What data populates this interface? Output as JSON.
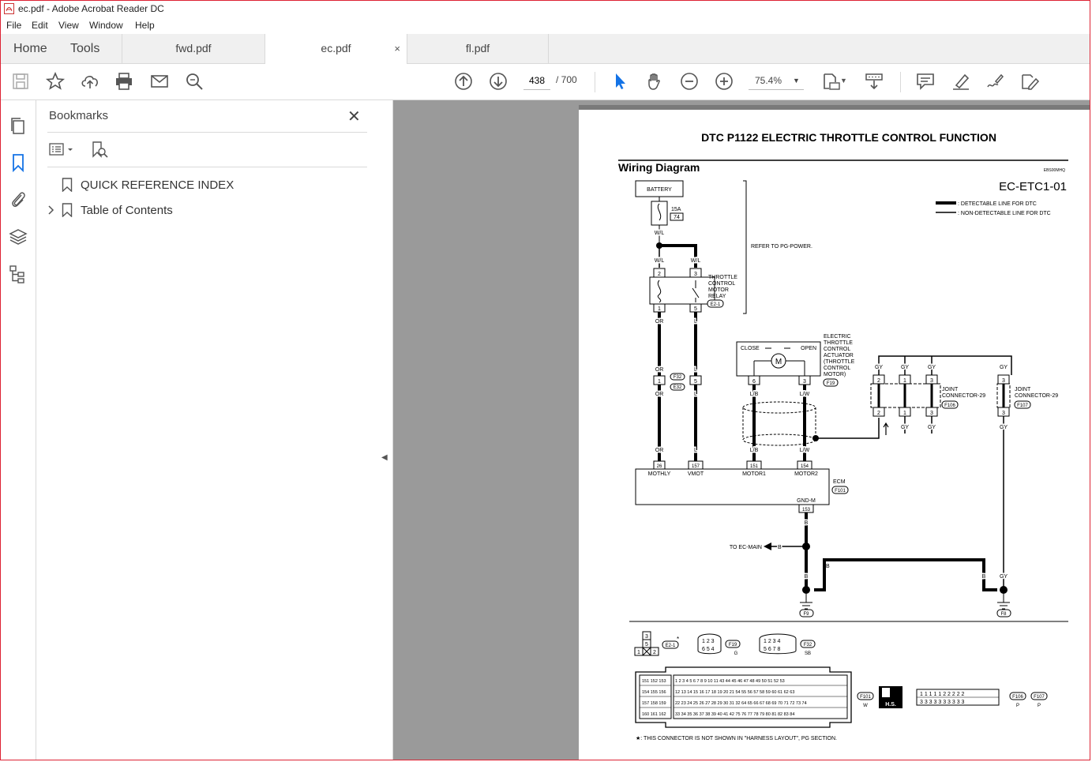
{
  "window": {
    "title": "ec.pdf - Adobe Acrobat Reader DC"
  },
  "menu": [
    "File",
    "Edit",
    "View",
    "Window",
    "Help"
  ],
  "nav": {
    "home": "Home",
    "tools": "Tools"
  },
  "tabs": [
    {
      "label": "fwd.pdf",
      "active": false
    },
    {
      "label": "ec.pdf",
      "active": true,
      "close": "×"
    },
    {
      "label": "fl.pdf",
      "active": false
    }
  ],
  "toolbar": {
    "page_current": "438",
    "page_total": "/ 700",
    "zoom": "75.4%",
    "icons": [
      "save-icon",
      "bookmark-star-icon",
      "upload-icon",
      "print-icon",
      "email-icon",
      "find-icon",
      "prev-page-icon",
      "next-page-icon",
      "select-cursor-icon",
      "hand-icon",
      "zoom-out-icon",
      "zoom-in-icon",
      "page-display-icon",
      "scroll-mode-icon",
      "comment-icon",
      "highlight-icon",
      "fill-sign-icon",
      "edit-icon"
    ],
    "accent": "#1473e6"
  },
  "bookmarks": {
    "title": "Bookmarks",
    "close": "✕",
    "items": [
      {
        "label": "QUICK REFERENCE INDEX",
        "expandable": false
      },
      {
        "label": "Table of Contents",
        "expandable": true
      }
    ]
  },
  "document": {
    "heading": "DTC P1122 ELECTRIC THROTTLE CONTROL FUNCTION",
    "section": "Wiring Diagram",
    "code_small": "EBS00MHQ",
    "diagram_id": "EC-ETC1-01",
    "legend": [
      ": DETECTABLE LINE FOR DTC",
      ": NON-DETECTABLE LINE FOR DTC"
    ],
    "battery": "BATTERY",
    "fuse": [
      "15A",
      "74"
    ],
    "refer": "REFER TO PG-POWER.",
    "relay": [
      "THROTTLE",
      "CONTROL",
      "MOTOR",
      "RELAY"
    ],
    "relay_conn": "E2-1",
    "actuator": [
      "ELECTRIC",
      "THROTTLE",
      "CONTROL",
      "ACTUATOR",
      "(THROTTLE",
      "CONTROL",
      "MOTOR)"
    ],
    "actuator_labels": [
      "CLOSE",
      "OPEN"
    ],
    "actuator_conn": "F19",
    "joint1": [
      "JOINT",
      "CONNECTOR-29"
    ],
    "joint2": [
      "JOINT",
      "CONNECTOR-29"
    ],
    "joint1_conn": "F106",
    "joint2_conn": "F107",
    "ecm": "ECM",
    "ecm_conn": "F101",
    "ecm_pins": [
      "MOTHLY",
      "VMOT",
      "MOTOR1",
      "MOTOR2"
    ],
    "ecm_pin_nums": [
      "26",
      "157",
      "151",
      "154"
    ],
    "gnd": "GND-M",
    "gnd_pin": "153",
    "to_main": "TO EC-MAIN",
    "grounds": [
      "F9",
      "F8"
    ],
    "wires": {
      "wl": "W/L",
      "or": "OR",
      "l": "L",
      "lb": "L/B",
      "lw": "L/W",
      "gy": "GY",
      "b": "B"
    },
    "conn_labels": [
      "F32",
      "E32",
      "F19",
      "G",
      "F32",
      "SB",
      "F101",
      "W",
      "F106",
      "P",
      "F107",
      "P",
      "H.S."
    ],
    "footnote": "★: THIS CONNECTOR IS NOT SHOWN IN \"HARNESS LAYOUT\", PG SECTION."
  }
}
